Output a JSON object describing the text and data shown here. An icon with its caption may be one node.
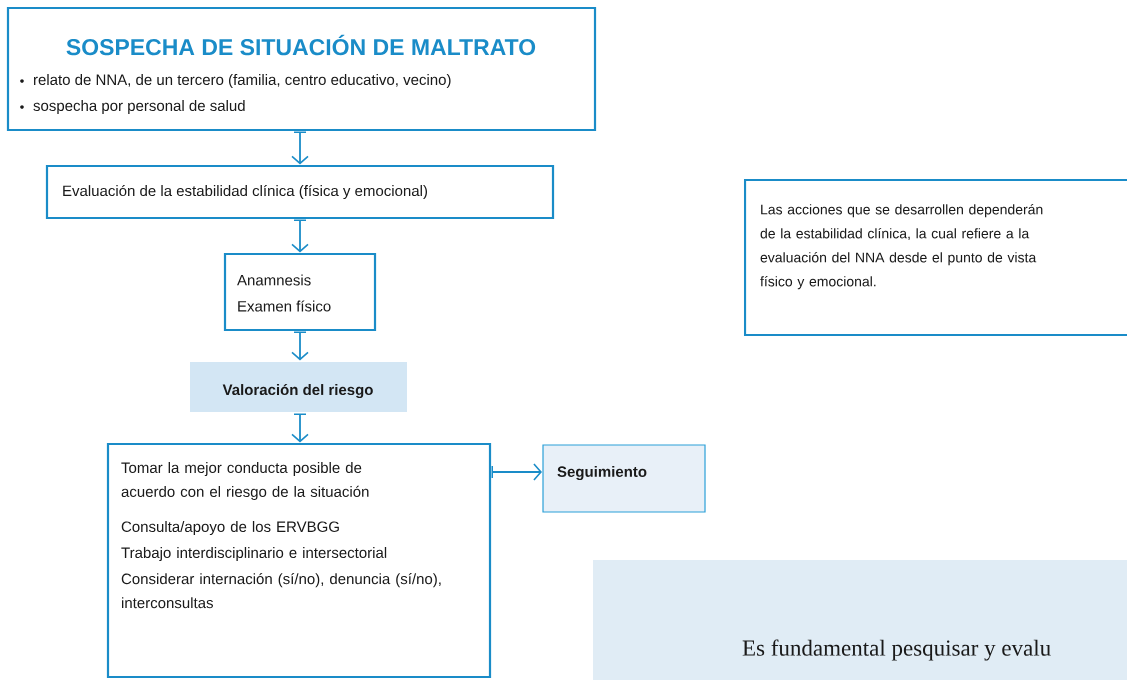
{
  "diagram": {
    "nodes": [
      {
        "text": [
          "SOSPECHA DE SITUACIÓN DE MALTRATO",
          "relato de NNA, de un tercero (familia, centro educativo, vecino)",
          "sospecha por personal de salud"
        ]
      },
      {
        "text": [
          "Evaluación de la estabilidad clínica (física y emocional)"
        ]
      },
      {
        "text": [
          "Anamnesis",
          "Examen físico"
        ]
      },
      {
        "text": [
          "Valoración del riesgo"
        ]
      },
      {
        "text": [
          "Tomar la mejor conducta posible de acuerdo con el riesgo de la situación",
          "Consulta/apoyo de los ERVBGG",
          "Trabajo interdisciplinario e intersectorial",
          "Considerar internación (sí/no), denuncia (sí/no), interconsultas"
        ]
      },
      {
        "text": [
          "Seguimiento"
        ]
      },
      {
        "text": [
          "Las acciones que se desarrollen dependerán de la estabilidad clínica, la cual refiere a la evaluación del NNA desde el punto de vista físico y emocional."
        ]
      },
      {
        "text": [
          "Es fundamental pesquisar y evalu"
        ]
      }
    ],
    "edges": [
      {
        "from": 0,
        "to": 1,
        "arrow": "to"
      },
      {
        "from": 1,
        "to": 2,
        "arrow": "to"
      },
      {
        "from": 2,
        "to": 3,
        "arrow": "to"
      },
      {
        "from": 3,
        "to": 4,
        "arrow": "to"
      },
      {
        "from": 4,
        "to": 5,
        "arrow": "to"
      }
    ]
  }
}
